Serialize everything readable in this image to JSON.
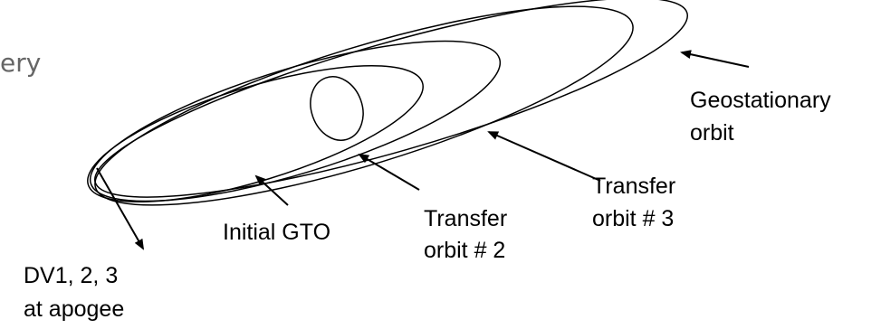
{
  "partial_text": "ery",
  "labels": {
    "geostationary_line1": "Geostationary",
    "geostationary_line2": "orbit",
    "transfer3_line1": "Transfer",
    "transfer3_line2": "orbit # 3",
    "transfer2_line1": "Transfer",
    "transfer2_line2": "orbit # 2",
    "initial_gto": "Initial GTO",
    "dv_line1": "DV1, 2, 3",
    "dv_line2": "at apogee"
  },
  "colors": {
    "stroke": "#000000",
    "partial_text": "#666666",
    "background": "#ffffff"
  }
}
